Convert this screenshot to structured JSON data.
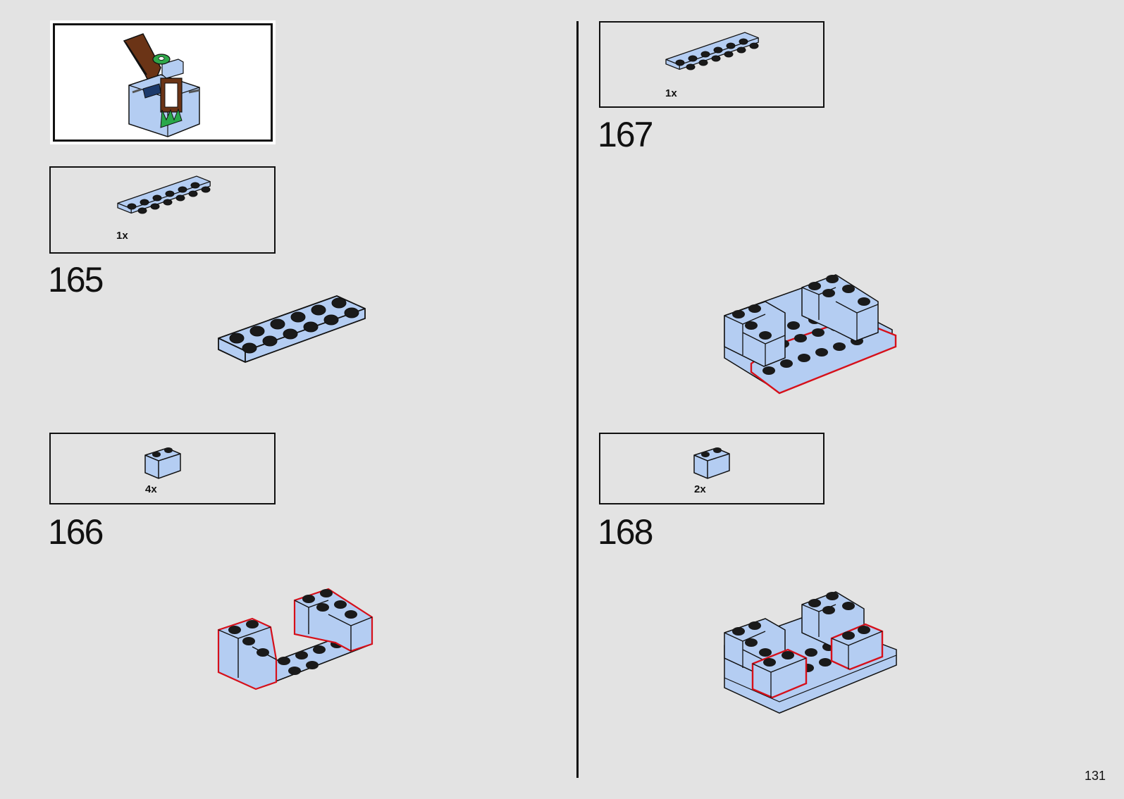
{
  "page": {
    "number": "131"
  },
  "colors": {
    "brick": "#b4cdf2",
    "brick_dark": "#8fb0e0",
    "stud_top": "#1a1a1a",
    "highlight": "#d6101a",
    "page_bg": "#e3e3e3"
  },
  "preview": {
    "description_icon": "sub-model-preview"
  },
  "steps": [
    {
      "number": "165",
      "parts": [
        {
          "qty": "1x",
          "icon": "plate-2x6-icon"
        }
      ]
    },
    {
      "number": "166",
      "parts": [
        {
          "qty": "4x",
          "icon": "brick-1x2-icon"
        }
      ]
    },
    {
      "number": "167",
      "parts": [
        {
          "qty": "1x",
          "icon": "plate-2x6-icon"
        }
      ]
    },
    {
      "number": "168",
      "parts": [
        {
          "qty": "2x",
          "icon": "brick-1x2-icon"
        }
      ]
    }
  ]
}
